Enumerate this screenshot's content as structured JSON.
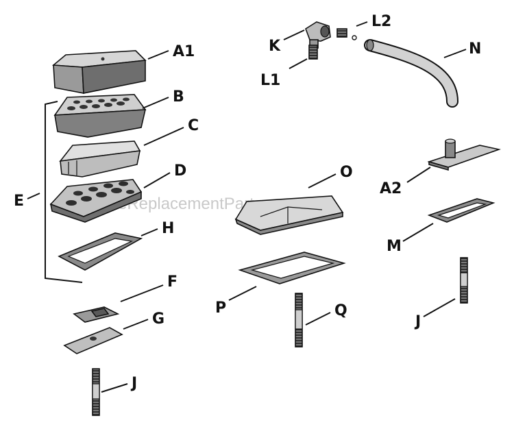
{
  "labels": {
    "A1": "A1",
    "B": "B",
    "C": "C",
    "D": "D",
    "E": "E",
    "H": "H",
    "F": "F",
    "G": "G",
    "J_left": "J",
    "K": "K",
    "L1": "L1",
    "L2": "L2",
    "N": "N",
    "O": "O",
    "P": "P",
    "Q": "Q",
    "A2": "A2",
    "M": "M",
    "J_right": "J"
  },
  "watermark": "eReplacementParts.com"
}
